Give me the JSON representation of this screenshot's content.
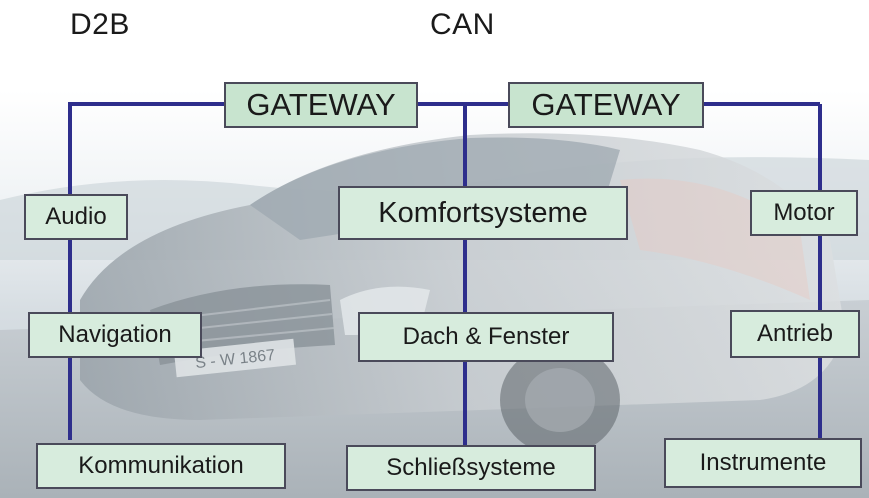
{
  "headers": {
    "left": "D2B",
    "right": "CAN"
  },
  "gateways": {
    "left": "GATEWAY",
    "right": "GATEWAY"
  },
  "nodes": {
    "audio": "Audio",
    "navigation": "Navigation",
    "kommunikation": "Kommunikation",
    "komfortsysteme": "Komfortsysteme",
    "dach_fenster": "Dach & Fenster",
    "schliesssysteme": "Schließsysteme",
    "motor": "Motor",
    "antrieb": "Antrieb",
    "instrumente": "Instrumente"
  },
  "background_plate": "S - W 1867",
  "colors": {
    "bus_line": "#2e2e8c",
    "box_fill": "#d7ecdd",
    "gateway_fill": "#c8e4cf",
    "box_border": "#4a4a5a"
  }
}
